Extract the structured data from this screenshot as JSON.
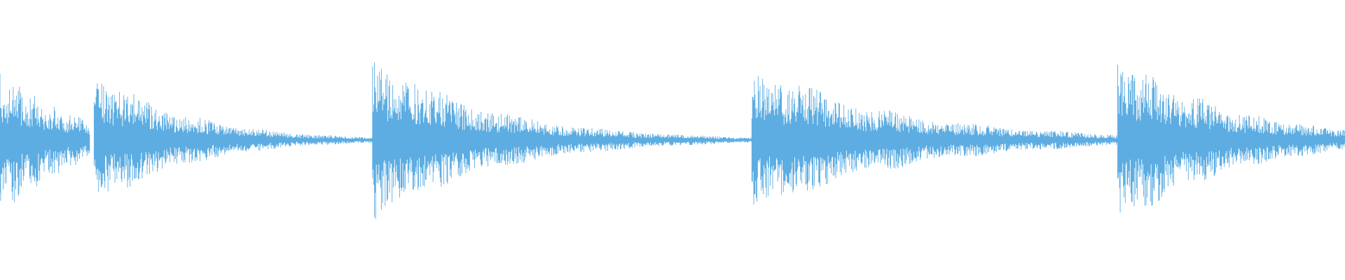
{
  "waveform": {
    "color": "#5DADE2",
    "background": "#FFFFFF",
    "segments": [
      {
        "start": 0.0,
        "end": 0.067,
        "peak": 0.82,
        "decay": 1.2,
        "ripple": 0.25
      },
      {
        "start": 0.07,
        "end": 0.277,
        "peak": 0.8,
        "decay": 3.2,
        "ripple": 0.18
      },
      {
        "start": 0.277,
        "end": 0.559,
        "peak": 0.95,
        "decay": 3.4,
        "ripple": 0.15
      },
      {
        "start": 0.559,
        "end": 0.831,
        "peak": 0.85,
        "decay": 2.6,
        "ripple": 0.18
      },
      {
        "start": 0.831,
        "end": 1.0,
        "peak": 0.97,
        "decay": 2.1,
        "ripple": 0.16
      }
    ]
  }
}
